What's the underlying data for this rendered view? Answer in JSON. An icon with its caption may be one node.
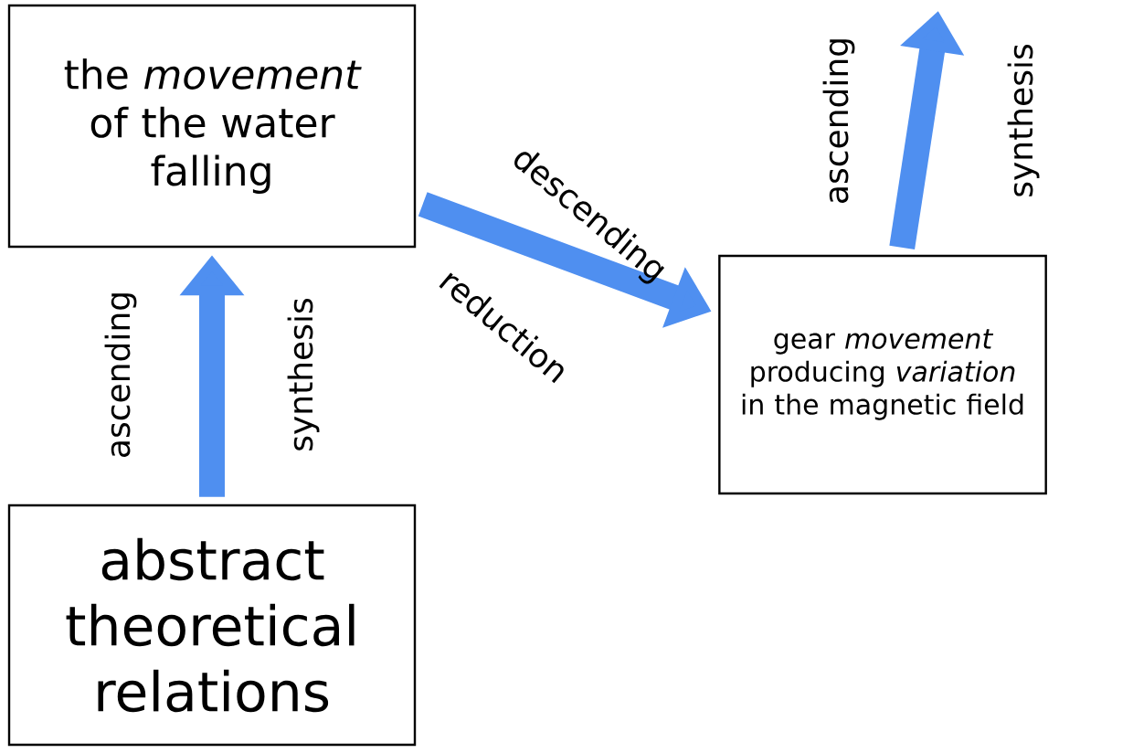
{
  "diagram": {
    "nodes": [
      {
        "text": [
          "the *movement* of the water falling"
        ]
      },
      {
        "text": [
          "abstract theoretical relations"
        ]
      },
      {
        "text": [
          "gear *movement* producing *variation* in the magnetic field"
        ]
      }
    ],
    "edges": [
      {
        "from": 1,
        "to": 0,
        "arrow": "to"
      },
      {
        "from": 0,
        "to": 2,
        "arrow": "to"
      },
      {
        "from": 2,
        "to": null,
        "arrow": "to"
      }
    ],
    "labels": [
      "ascending",
      "synthesis",
      "descending",
      "reduction",
      "ascending",
      "synthesis"
    ]
  }
}
